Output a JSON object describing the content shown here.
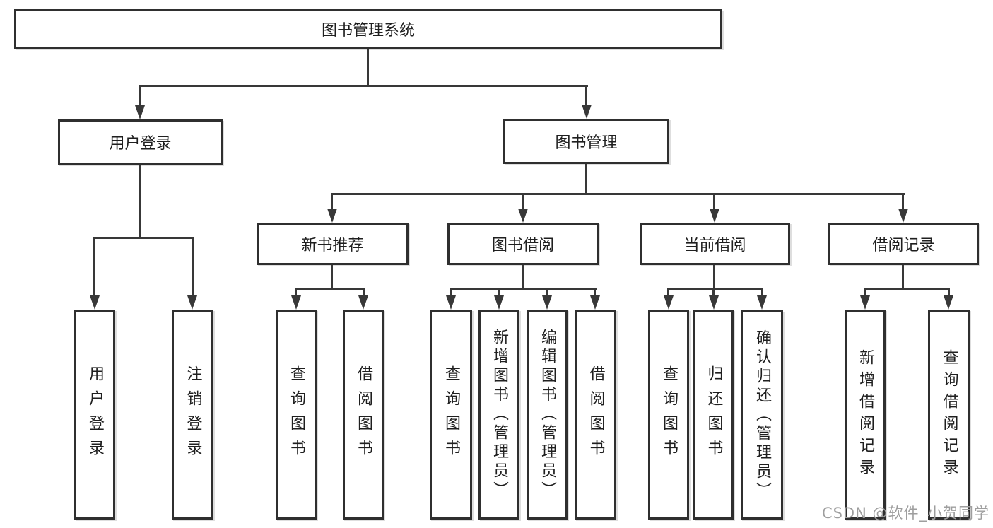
{
  "diagram": {
    "title": "图书管理系统",
    "branches": [
      {
        "label": "用户登录",
        "children": [
          {
            "label": "用户登录"
          },
          {
            "label": "注销登录"
          }
        ]
      },
      {
        "label": "图书管理",
        "children": [
          {
            "label": "新书推荐",
            "children": [
              {
                "label": "查询图书"
              },
              {
                "label": "借阅图书"
              }
            ]
          },
          {
            "label": "图书借阅",
            "children": [
              {
                "label": "查询图书"
              },
              {
                "label": "新增图书（管理员）"
              },
              {
                "label": "编辑图书（管理员）"
              },
              {
                "label": "借阅图书"
              }
            ]
          },
          {
            "label": "当前借阅",
            "children": [
              {
                "label": "查询图书"
              },
              {
                "label": "归还图书"
              },
              {
                "label": "确认归还（管理员）"
              }
            ]
          },
          {
            "label": "借阅记录",
            "children": [
              {
                "label": "新增借阅记录"
              },
              {
                "label": "查询借阅记录"
              }
            ]
          }
        ]
      }
    ]
  },
  "watermark": {
    "text": "CSDN @软件_小贺同学",
    "color": "#9e9e9e"
  },
  "colors": {
    "line": "#383838",
    "box_border": "#2f2f2f",
    "text": "#1f1f1f",
    "background": "#ffffff"
  }
}
